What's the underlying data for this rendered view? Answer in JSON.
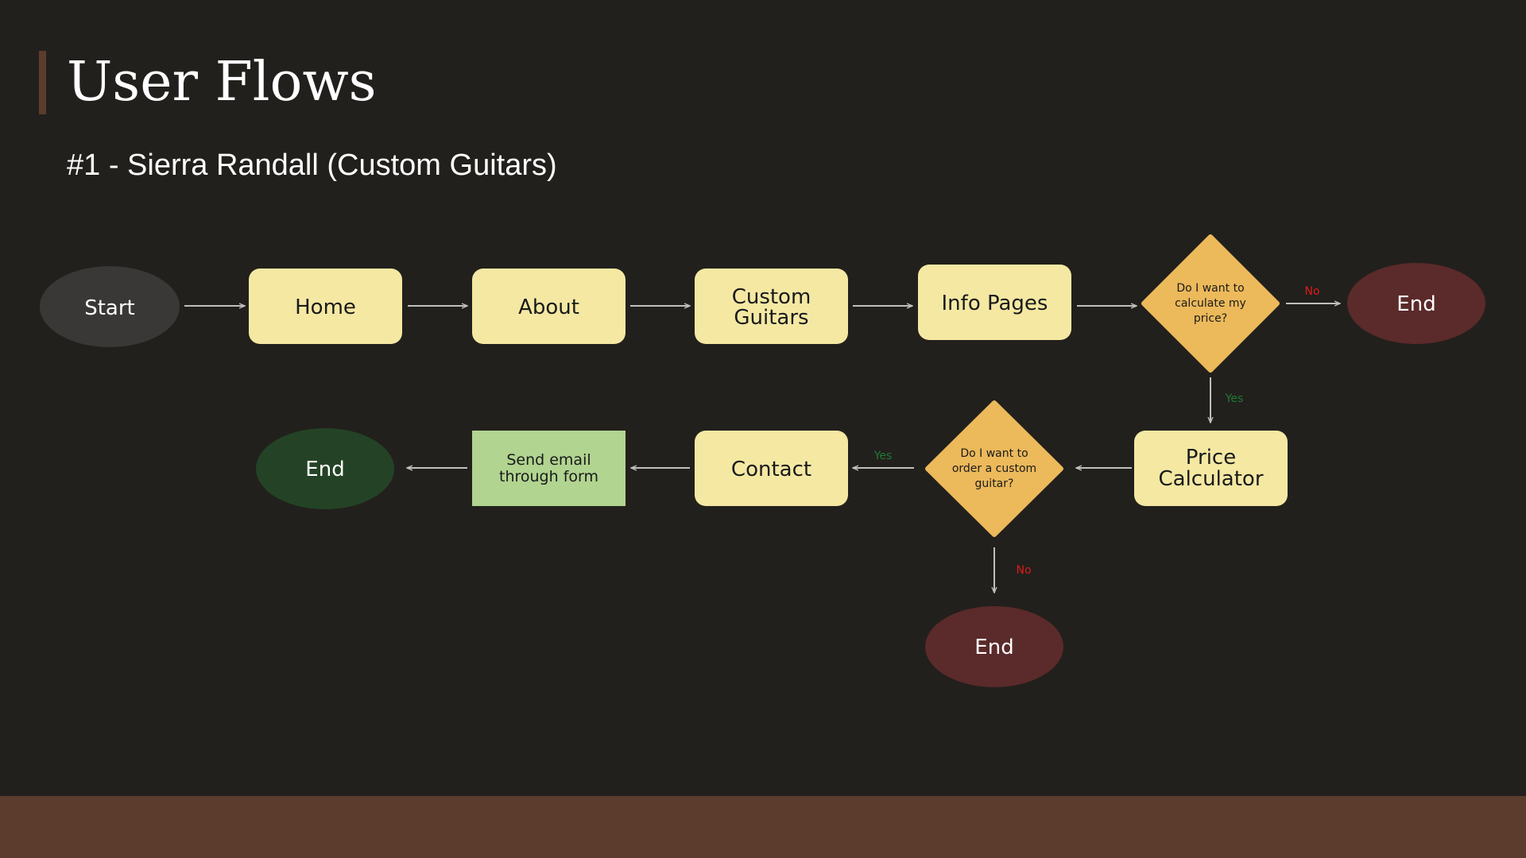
{
  "slide": {
    "title": "User Flows",
    "subtitle": "#1 - Sierra Randall (Custom Guitars)"
  },
  "colors": {
    "background": "#22201c",
    "accent": "#5b3c2d",
    "start": "#3a3836",
    "page": "#f4e8a3",
    "decision": "#ecb95b",
    "end_negative": "#5b2a2a",
    "end_positive": "#244326",
    "action": "#b1d490",
    "arrow": "#bfbfbf",
    "yes_label": "#1f7a35",
    "no_label": "#d91c1c"
  },
  "flow": {
    "start": "Start",
    "home": "Home",
    "about": "About",
    "custom_guitars": [
      "Custom",
      "Guitars"
    ],
    "info_pages": "Info Pages",
    "decision_price": [
      "Do I want to",
      "calculate my",
      "price?"
    ],
    "end_no_price": "End",
    "price_calculator": [
      "Price",
      "Calculator"
    ],
    "decision_order": [
      "Do I want to",
      "order a custom",
      "guitar?"
    ],
    "end_no_order": "End",
    "contact": "Contact",
    "send_email": [
      "Send email",
      "through form"
    ],
    "end_success": "End",
    "edge_labels": {
      "price_no": "No",
      "price_yes": "Yes",
      "order_yes": "Yes",
      "order_no": "No"
    }
  }
}
